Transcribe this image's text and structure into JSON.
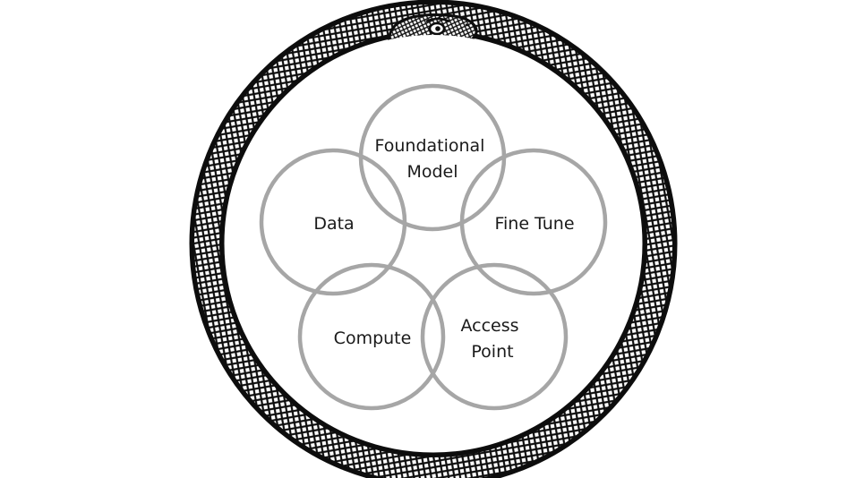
{
  "diagram": {
    "emblem": "ouroboros-snake",
    "nodes": [
      {
        "id": "foundational-model",
        "lines": [
          "Foundational",
          "Model"
        ]
      },
      {
        "id": "data",
        "lines": [
          "Data"
        ]
      },
      {
        "id": "fine-tune",
        "lines": [
          "Fine Tune"
        ]
      },
      {
        "id": "compute",
        "lines": [
          "Compute"
        ]
      },
      {
        "id": "access-point",
        "lines": [
          "Access",
          "Point"
        ]
      }
    ],
    "colors": {
      "circle_stroke": "#a6a6a6",
      "snake_dark": "#0d0d0d",
      "snake_light": "#ffffff",
      "text": "#1a1a1a"
    }
  }
}
